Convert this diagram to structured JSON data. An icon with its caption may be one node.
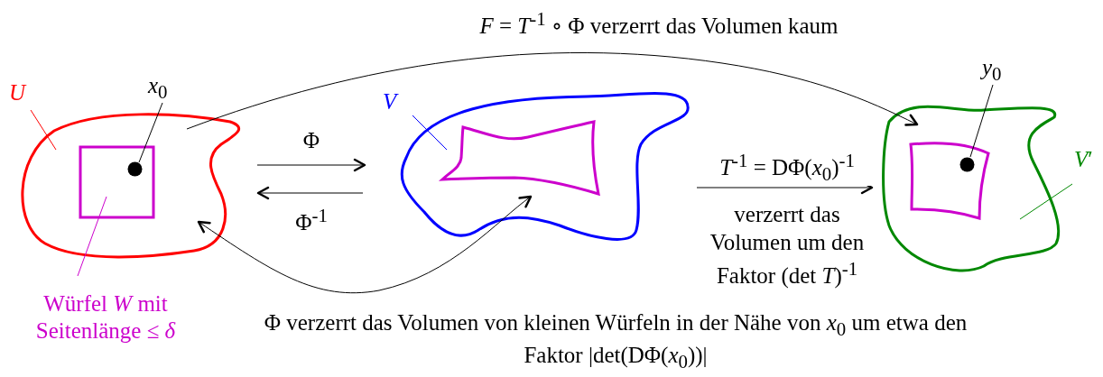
{
  "diagram": {
    "nodes": [
      {
        "text": [],
        "shape": "cloud"
      },
      {
        "text": [],
        "shape": "box",
        "in": 0
      },
      {
        "text": [],
        "shape": "circle",
        "in": 1
      },
      {
        "text": [],
        "shape": "cloud"
      },
      {
        "text": [],
        "shape": "box",
        "in": 3
      },
      {
        "text": [],
        "shape": "cloud"
      },
      {
        "text": [],
        "shape": "box",
        "in": 5
      },
      {
        "text": [],
        "shape": "circle",
        "in": 6
      },
      {
        "text": [
          "U"
        ]
      },
      {
        "text": [
          "*x*$_{0}$"
        ]
      },
      {
        "text": [
          "Würfel *W* mit Seitenlänge ≤ *δ*"
        ]
      },
      {
        "text": [
          "V"
        ]
      },
      {
        "text": [
          "*y*$_{0}$"
        ]
      },
      {
        "text": [
          "*V*′"
        ]
      }
    ],
    "edges": [
      {
        "from": 8,
        "to": 0,
        "arrow": "none",
        "color": "#ff0000"
      },
      {
        "from": 9,
        "to": 2,
        "arrow": "none"
      },
      {
        "from": 10,
        "to": 1,
        "arrow": "none",
        "color": "#cc00cc"
      },
      {
        "from": 11,
        "to": 3,
        "arrow": "none",
        "color": "#0000ff"
      },
      {
        "from": 12,
        "to": 7,
        "arrow": "none"
      },
      {
        "from": 13,
        "to": 5,
        "arrow": "none",
        "color": "#008800"
      },
      {
        "from": 0,
        "to": 5,
        "arrow": "to",
        "label": "*F* = *T*$^{-1}$ ∘ Φ verzerrt das Volumen kaum"
      },
      {
        "from": 0,
        "to": 3,
        "arrow": "to",
        "label": "Φ"
      },
      {
        "from": 3,
        "to": 0,
        "arrow": "to",
        "label": "Φ$^{-1}$"
      },
      {
        "from": 3,
        "to": 5,
        "arrow": "to",
        "label": "*T*$^{-1}$ = DΦ(*x*$_{0}$)$^{-1}$"
      },
      {
        "from": 0,
        "to": 3,
        "arrow": "both",
        "label": "Φ verzerrt das Volumen von kleinen Würfeln in der Nähe von *x*$_{0}$ um etwa den Faktor |det(DΦ(*x*$_{0}$))|"
      }
    ],
    "labels": [
      "verzerrt das Volumen um den Faktor (det *T*)$^{-1}$"
    ]
  }
}
